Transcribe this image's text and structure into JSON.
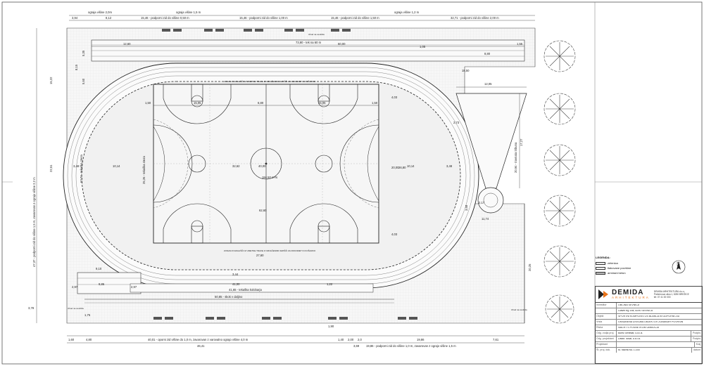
{
  "colors": {
    "line": "#222222",
    "court": "#f4f4f4",
    "grass": "#ececec",
    "accent": "#e8731a"
  },
  "top_dims": {
    "fence_a": "ograja višine 2,0m",
    "fence_b": "ograja višine 1,5 m",
    "fence_c": "ograja višine 1,2 m",
    "d1": "3,94",
    "d2": "8,12",
    "d3": "15,46 - podporni zid do višine 0,50 m",
    "d4": "15,46 - podporni zid do višine 1,00 m",
    "d5": "15,46 - podporni zid do višine 1,50 m",
    "d6": "32,71 - podporni zid do višine 2,00 m"
  },
  "left_dims": {
    "wall": "47,37 - podporni zid do višine 1,5 m, zavarovan z ograjo višine 2,2 m",
    "l1": "15,22",
    "l2": "8,15",
    "l3": "5,35",
    "l4": "5,60",
    "l5": "22,51"
  },
  "track_dims": {
    "t1": "73,80 - tek na 60 m",
    "t2": "12,60",
    "t3": "60,00",
    "t4": "1,05",
    "t5": "1,55",
    "t6": "18,50",
    "t7": "8,80"
  },
  "court_dims": {
    "c1": "1,50",
    "c2": "15,05",
    "c3": "6,80",
    "c4": "15,05",
    "c5": "1,50",
    "c6": "10,14",
    "c7": "32,62",
    "c8": "40,00",
    "c9": "10,14",
    "c10": "62,60",
    "c11": "27,60",
    "c12": "20,00",
    "c13": "26,80",
    "c14": "4,03",
    "c15": "4,03",
    "c16": "3,48",
    "c17": "3,48",
    "area": "184,50 m²/s",
    "caption_top": "ZUNANJI IGRALIŠČI IZ UMETNE TRAVE Z OZNAČENIMI IGRIŠČI ZA ROKOMET IN KOŠARKO",
    "caption_bot": "ZUNANJI IGRALIŠČI IZ UMETNE TRAVE Z OZNAČENIMI IGRIŠČI ZA ROKOMET IN KOŠARKO",
    "lane_left": "57,74 - tekaška steza",
    "lane_mid": "25,26 - tekaška steza"
  },
  "bottom_dims": {
    "b1": "9,10",
    "b2": "9,85",
    "b3": "2,97",
    "b4": "2,97",
    "b5": "41,00",
    "b6": "1,22",
    "b7": "41,65 - tekaška kolobarja",
    "b8": "50,85 - skok v daljino",
    "b9": "3,44",
    "b10": "1,75",
    "b11": "3,78",
    "b12": "1,90",
    "b13": "1,60",
    "b14": "4,80",
    "b15": "40,01 - oporni zid višine do 1,0 m, zavarovan z varovalno ograjo višine 4,0 m",
    "b16": "46,41",
    "b17": "1,40",
    "b18": "2,00",
    "b19": "2,0",
    "b20": "3,69",
    "b21": "19,86",
    "b22": "7,61",
    "b23": "19,86 - podporni zid do višine 1,0 m, zavarovan z ograjo višine 1,5 m"
  },
  "right_dims": {
    "r1": "12,05",
    "r2": "17,27",
    "r3": "20,94 - travnata tribuna",
    "r4": "2,73",
    "r5": "11,74",
    "r6": "20,25",
    "r7": "3,68",
    "r8": "2,17"
  },
  "labels": {
    "road_exit_a": "izhod na cestišče",
    "road_exit_b": "izhod na cestišče",
    "road_exit_c": "izhod na cestišče"
  },
  "legend": {
    "title": "LEGENDA:",
    "items": [
      "zelenica",
      "tlakovane površine",
      "armirani beton"
    ]
  },
  "title_block": {
    "brand": "DEMIDA",
    "sub": "ARHITEKTURA",
    "firm_name": "DEMIDA ARHITEKTURA d.o.o.",
    "firm_addr": "Prešernova ulica 1, 8250 BREŽICE",
    "firm_tel": "tel: 07 41 00 000",
    "rows": [
      {
        "k": "Investitor",
        "v": "OBČINA SEVNICA",
        "v2": ""
      },
      {
        "k": "",
        "v": "Glavni trg 19a, 8290 SEVNICA",
        "v2": ""
      },
      {
        "k": "Objekt",
        "v": "ŠPORTNI KOMPLEKS OŠ BLANCA IN ODPORNI ZID",
        "v2": ""
      },
      {
        "k": "Vrsta",
        "v": "GRADBENA IZVEDBA OBJEKTOV ZUNANJIH POVRŠIN",
        "v2": ""
      },
      {
        "k": "Risba",
        "v": "NAČRT S POSNETKOM OBMOČJA",
        "v2": ""
      },
      {
        "k": "Odg. vodja proj.",
        "v": "Boris Šenekar, u.d.i.a.",
        "v2": "Podpis"
      },
      {
        "k": "Odg. projektant",
        "v": "David Tušar, u.d.i.a.",
        "v2": "Podpis"
      },
      {
        "k": "Projektant",
        "v": "",
        "v2": "Kraj"
      },
      {
        "k": "Št. proj. dok.",
        "v": "št. načrta  M1   1:200",
        "v2": "datum"
      }
    ]
  },
  "compass": "S"
}
